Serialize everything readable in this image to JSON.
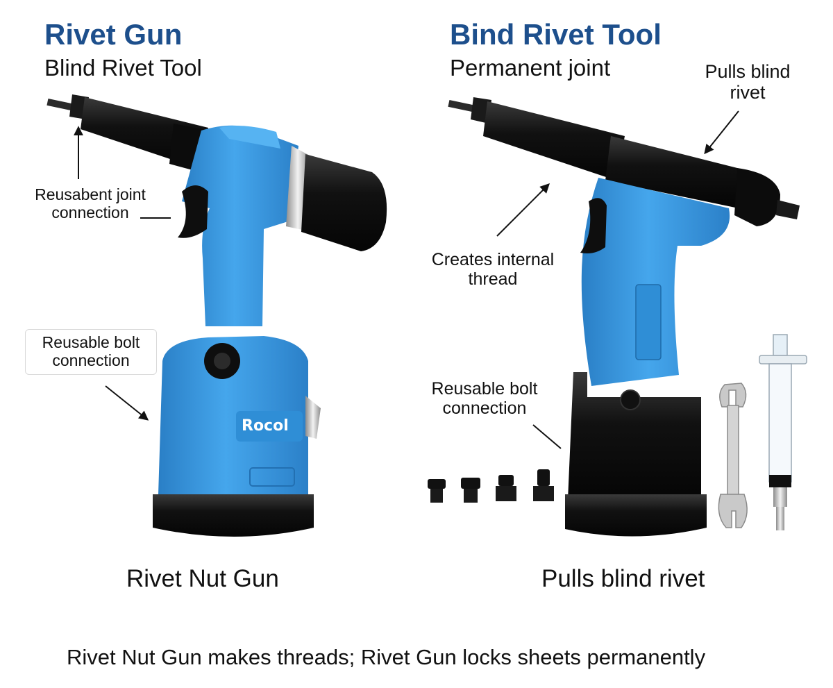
{
  "left": {
    "title": "Rivet Gun",
    "subtitle": "Blind Rivet Tool",
    "callout_top": [
      "Reusabent joint",
      "connection"
    ],
    "callout_mid": [
      "Reusable bolt",
      "connection"
    ],
    "brand": "Rocol",
    "caption": "Rivet Nut Gun"
  },
  "right": {
    "title": "Bind Rivet Tool",
    "subtitle": "Permanent joint",
    "callout_top": [
      "Pulls blind",
      "rivet"
    ],
    "callout_mid": [
      "Creates internal",
      "thread"
    ],
    "callout_low": [
      "Reusable bolt",
      "connection"
    ],
    "caption": "Pulls blind rivet"
  },
  "footer": "Rivet Nut Gun makes threads; Rivet Gun locks sheets permanently",
  "colors": {
    "title": "#1d4f8c",
    "tool_blue": "#3d9be0",
    "tool_blue_dark": "#2878bd",
    "tool_black": "#141414"
  }
}
